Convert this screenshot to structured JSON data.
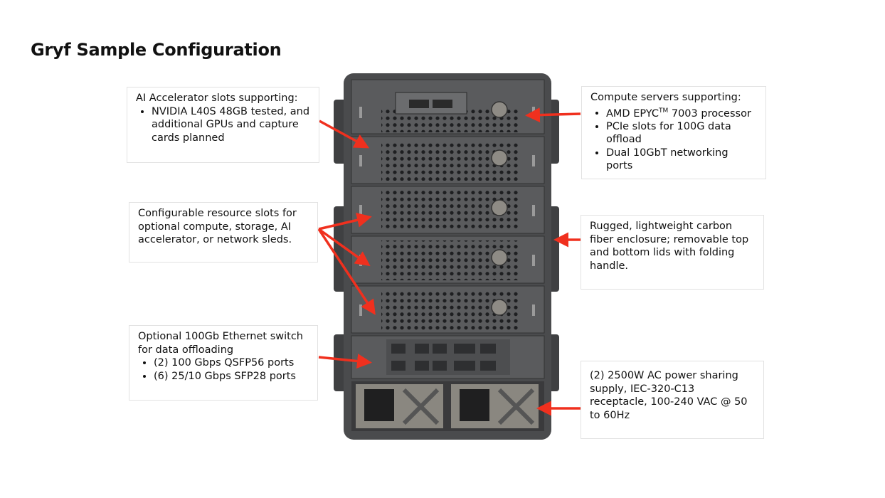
{
  "title": "Gryf Sample Configuration",
  "callouts": {
    "ai_accelerator": {
      "heading": "AI Accelerator slots supporting:",
      "items": [
        "NVIDIA L40S 48GB tested, and additional GPUs and capture cards planned"
      ]
    },
    "configurable": {
      "heading": "Configurable resource slots for optional compute, storage, AI accelerator, or network sleds."
    },
    "ethernet": {
      "heading": "Optional 100Gb Ethernet switch for data offloading",
      "items": [
        "(2) 100 Gbps QSFP56 ports",
        "(6) 25/10 Gbps SFP28 ports"
      ]
    },
    "compute": {
      "heading": "Compute servers supporting:",
      "items": [
        "AMD EPYC",
        "TM",
        " 7003 processor",
        "PCIe slots for 100G data offload",
        "Dual 10GbT networking ports"
      ]
    },
    "enclosure": {
      "heading": "Rugged, lightweight carbon fiber enclosure; removable top and bottom lids with folding handle."
    },
    "power": {
      "heading": "(2) 2500W AC power sharing supply, IEC-320-C13 receptacle, 100-240 VAC @ 50 to 60Hz"
    }
  },
  "colors": {
    "arrow": "#f0301e",
    "chassis": "#4a4b4d",
    "panel": "#5a5b5d"
  }
}
